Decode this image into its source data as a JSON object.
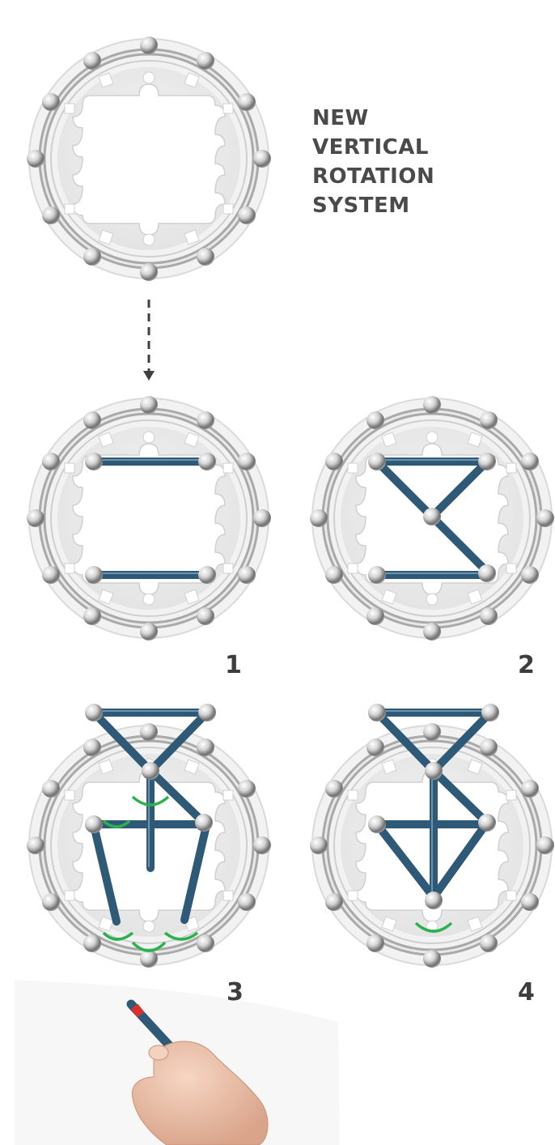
{
  "headline": {
    "lines": [
      "NEW",
      "VERTICAL",
      "ROTATION",
      "SYSTEM"
    ]
  },
  "steps": [
    {
      "label": "1"
    },
    {
      "label": "2"
    },
    {
      "label": "3"
    },
    {
      "label": "4"
    }
  ],
  "colors": {
    "rod": "#2e5a78",
    "rod_highlight": "#5f8aa8",
    "rotation_arrow": "#2bb24c",
    "ring": "#b9b9b9",
    "text": "#4a4a4a",
    "rod_marker": "#d9302a"
  },
  "icons": [
    "ball-icon",
    "rod-icon",
    "rotation-arrow-icon",
    "down-arrow-icon",
    "hand-icon"
  ]
}
